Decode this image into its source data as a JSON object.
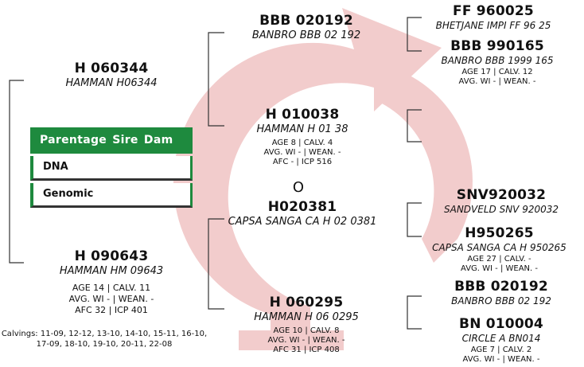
{
  "colors": {
    "arrow": "#f2cccc",
    "bracket": "#333333",
    "panel_green": "#1e8a3e"
  },
  "panel": {
    "header_labels": [
      "Parentage",
      "Sire",
      "Dam"
    ],
    "items": [
      "DNA",
      "Genomic"
    ]
  },
  "nodes": {
    "bbb020192_top": {
      "reg": "BBB 020192",
      "name": "BANBRO BBB 02 192"
    },
    "ff960025": {
      "reg": "FF 960025",
      "name": "BHETJANE IMPI FF 96 25"
    },
    "bbb990165": {
      "reg": "BBB 990165",
      "name": "BANBRO BBB 1999 165",
      "stats": [
        "AGE 17 | CALV. 12",
        "AVG. WI - | WEAN. -"
      ]
    },
    "h060344": {
      "reg": "H 060344",
      "name": "HAMMAN H06344"
    },
    "h010038": {
      "reg": "H 010038",
      "name": "HAMMAN H 01 38",
      "stats": [
        "AGE 8 | CALV. 4",
        "AVG. WI - | WEAN. -",
        "AFC - | ICP 516"
      ]
    },
    "sex_symbol": "O",
    "h020381": {
      "reg": "H020381",
      "name": "CAPSA SANGA CA H 02 0381"
    },
    "snv920032": {
      "reg": "SNV920032",
      "name": "SANDVELD SNV 920032"
    },
    "h950265": {
      "reg": "H950265",
      "name": "CAPSA SANGA CA H 950265",
      "stats": [
        "AGE 27 | CALV. -",
        "AVG. WI - | WEAN. -"
      ]
    },
    "h090643": {
      "reg": "H 090643",
      "name": "HAMMAN HM 09643",
      "stats": [
        "AGE 14 | CALV. 11",
        "AVG. WI - | WEAN. -",
        "AFC 32 | ICP 401"
      ]
    },
    "calvings": "Calvings: 11-09, 12-12, 13-10, 14-10, 15-11, 16-10, 17-09, 18-10, 19-10, 20-11, 22-08",
    "bbb020192_bottom": {
      "reg": "BBB 020192",
      "name": "BANBRO BBB 02 192"
    },
    "h060295": {
      "reg": "H 060295",
      "name": "HAMMAN H 06 0295",
      "stats": [
        "AGE 10 | CALV. 8",
        "AVG. WI - | WEAN. -",
        "AFC 31 | ICP 408"
      ]
    },
    "bn010004": {
      "reg": "BN 010004",
      "name": "CIRCLE A BN014",
      "stats": [
        "AGE 7 | CALV. 2",
        "AVG. WI - | WEAN. -"
      ]
    }
  }
}
